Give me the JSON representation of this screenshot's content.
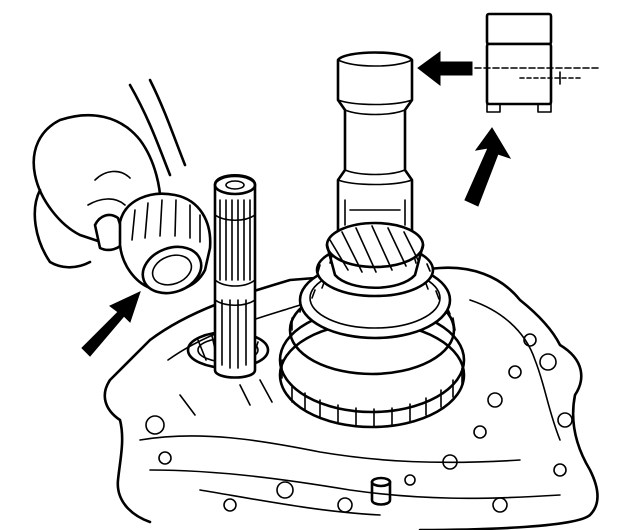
{
  "figure": {
    "ink_color": "#000000",
    "paper_color": "#ffffff",
    "depicts": [
      "hand-icon",
      "bearing-icon",
      "countershaft-icon",
      "input-shaft-icon",
      "gear-icon",
      "transmission-case-icon",
      "arrow-icon",
      "inset-detail-icon"
    ],
    "arrows": [
      {
        "name": "arrow-icon",
        "direction": "left"
      },
      {
        "name": "arrow-icon",
        "direction": "up-right"
      },
      {
        "name": "arrow-icon",
        "direction": "up-right"
      }
    ]
  }
}
